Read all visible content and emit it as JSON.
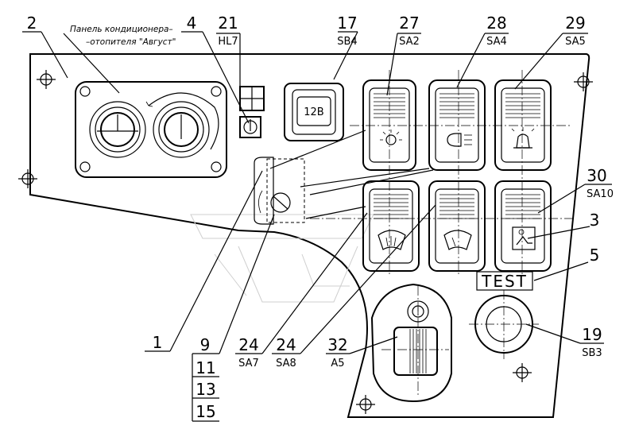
{
  "panel_caption": {
    "line1": "Панель кондиционера–",
    "line2": "–отопителя \"Август\""
  },
  "callouts": [
    {
      "id": "c2",
      "number": "2",
      "code": ""
    },
    {
      "id": "c4",
      "number": "4",
      "code": ""
    },
    {
      "id": "c21",
      "number": "21",
      "code": "HL7"
    },
    {
      "id": "c17",
      "number": "17",
      "code": "SB4"
    },
    {
      "id": "c27",
      "number": "27",
      "code": "SA2"
    },
    {
      "id": "c28",
      "number": "28",
      "code": "SA4"
    },
    {
      "id": "c29",
      "number": "29",
      "code": "SA5"
    },
    {
      "id": "c30",
      "number": "30",
      "code": "SA10"
    },
    {
      "id": "c3",
      "number": "3",
      "code": ""
    },
    {
      "id": "c5",
      "number": "5",
      "code": ""
    },
    {
      "id": "c19",
      "number": "19",
      "code": "SB3"
    },
    {
      "id": "c32",
      "number": "32",
      "code": "A5"
    },
    {
      "id": "c24a",
      "number": "24",
      "code": "SA7"
    },
    {
      "id": "c24b",
      "number": "24",
      "code": "SA8"
    },
    {
      "id": "c1",
      "number": "1",
      "code": ""
    }
  ],
  "stack_callout": {
    "values": [
      "9",
      "11",
      "13",
      "15"
    ]
  },
  "button_text": "12В",
  "test_label": "TEST"
}
